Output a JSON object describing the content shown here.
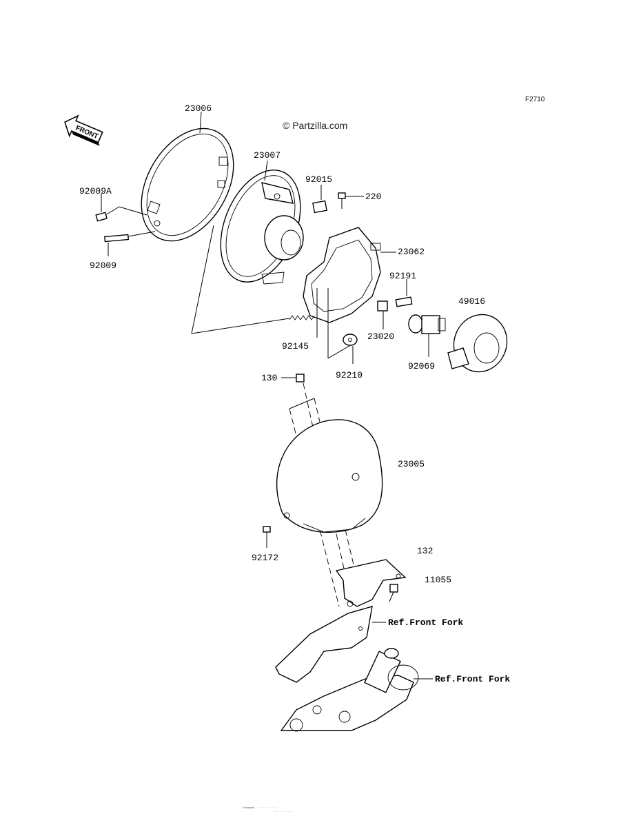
{
  "figure_code": "F2710",
  "watermark": "© Partzilla.com",
  "front_arrow": {
    "text": "FRONT",
    "icon": "front-direction-arrow-icon"
  },
  "part_labels": {
    "p23006": "23006",
    "p23007": "23007",
    "p92015": "92015",
    "p220": "220",
    "p92009A": "92009A",
    "p92009": "92009",
    "p23062": "23062",
    "p92191": "92191",
    "p49016": "49016",
    "p92145": "92145",
    "p23020": "23020",
    "p92210": "92210",
    "p92069": "92069",
    "p130": "130",
    "p23005": "23005",
    "p92172": "92172",
    "p132": "132",
    "p11055": "11055",
    "ref1": "Ref.Front Fork",
    "ref2": "Ref.Front Fork"
  },
  "footer_line1": "Kawasaki ... · · · · · · · · · · ·",
  "footer_line2": "· · · · · · · · · · · ·"
}
